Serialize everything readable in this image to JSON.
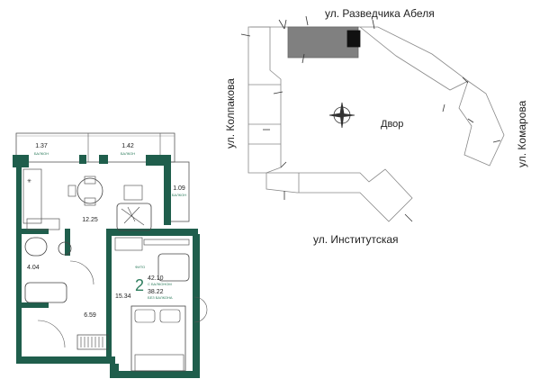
{
  "floorplan": {
    "balconies": [
      {
        "area": "1.37",
        "label": "БАЛКОН"
      },
      {
        "area": "1.42",
        "label": "БАЛКОН"
      },
      {
        "area": "1.09",
        "label": "БАЛКОН"
      }
    ],
    "rooms": {
      "kitchen": "12.25",
      "bathroom": "4.04",
      "hall": "6.59",
      "bedroom": "15.34"
    },
    "summary": {
      "rooms_count": "2",
      "rooms_caption": "ФИТО",
      "total_area": "42.10",
      "total_caption": "С БАЛКОНОМ",
      "area_no_balcony": "38.22",
      "no_balcony_caption": "БЕЗ БАЛКОНА"
    }
  },
  "site_plan": {
    "streets": {
      "north": "ул. Разведчика Абеля",
      "west": "ул. Колпакова",
      "south": "ул. Институтская",
      "east": "ул. Комарова"
    },
    "yard": "Двор"
  },
  "colors": {
    "wall": "#1f5e4c",
    "accent": "#2e7d5e",
    "highlight": "#808080",
    "selected": "#111111"
  }
}
